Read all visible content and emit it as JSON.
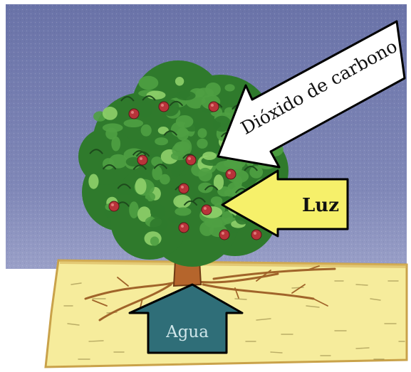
{
  "labels": {
    "co2": "Dióxido de carbono",
    "light": "Luz",
    "water": "Agua"
  },
  "colors": {
    "sky": "#6f79ad",
    "sky_light": "#8f96c2",
    "soil": "#f6ec9c",
    "soil_edge": "#c9a24a",
    "leaf_dark": "#2f7a2c",
    "leaf": "#4fa043",
    "leaf_light": "#8fd06a",
    "fruit": "#b8333a",
    "trunk": "#b5652c",
    "arrow_co2": "#ffffff",
    "arrow_light": "#f6f06a",
    "arrow_water": "#2f6e78"
  }
}
